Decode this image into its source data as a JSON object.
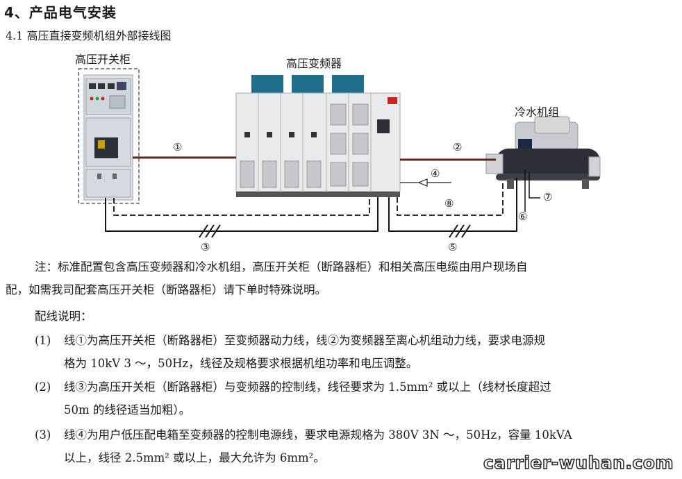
{
  "section_title": "4、产品电气安装",
  "subsection_title": "4.1 高压直接变频机组外部接线图",
  "diagram": {
    "switchgear_label": "高压开关柜",
    "vfd_label": "高压变频器",
    "chiller_label": "冷水机组",
    "markers": [
      "①",
      "②",
      "③",
      "④",
      "⑤",
      "⑥",
      "⑦",
      "⑧"
    ]
  },
  "note": {
    "line1": "注：标准配置包含高压变频器和冷水机组，高压开关柜（断路器柜）和相关高压电缆由用户现场自",
    "line2": "配，如需我司配套高压开关柜（断路器柜）请下单时特殊说明。"
  },
  "wiring": {
    "heading": "配线说明：",
    "items": [
      {
        "num": "(1)",
        "line1": "线①为高压开关柜（断路器柜）至变频器动力线，线②为变频器至离心机组动力线，要求电源规",
        "line2": "格为 10kV 3 ～，50Hz，线径及规格要求根据机组功率和电压调整。"
      },
      {
        "num": "(2)",
        "line1": "线③为高压开关柜（断路器柜）与变频器的控制线，线径要求为 1.5mm² 或以上（线材长度超过",
        "line2": "50m 的线径适当加粗）。"
      },
      {
        "num": "(3)",
        "line1": "线④为用户低压配电箱至变频器的控制电源线，要求电源规格为 380V  3N ～，50Hz，容量 10kVA",
        "line2": "以上，线径 2.5mm² 或以上，最大允许为 6mm²。"
      }
    ]
  },
  "watermark": "carrier-wuhan.com"
}
